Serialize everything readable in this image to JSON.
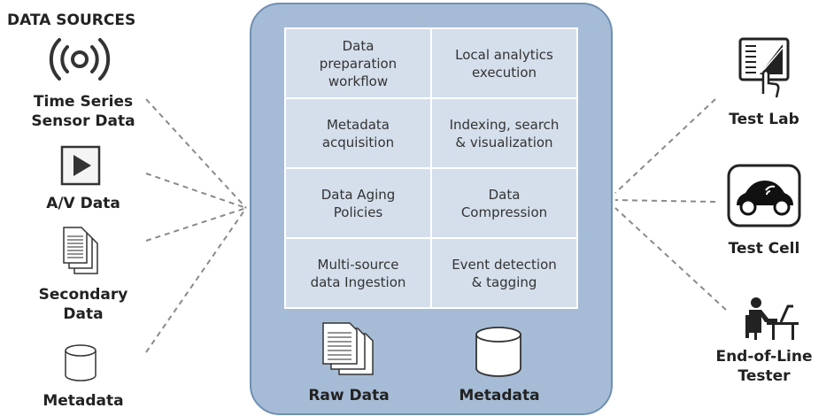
{
  "data_sources": {
    "header": "DATA SOURCES",
    "items": [
      {
        "label_lines": [
          "Time Series",
          "Sensor Data"
        ],
        "icon": "wireless-signal-icon"
      },
      {
        "label_lines": [
          "A/V Data"
        ],
        "icon": "play-icon"
      },
      {
        "label_lines": [
          "Secondary",
          "Data"
        ],
        "icon": "documents-icon"
      },
      {
        "label_lines": [
          "Metadata"
        ],
        "icon": "database-icon"
      }
    ]
  },
  "platform": {
    "cells": [
      [
        "Data",
        "preparation",
        "workflow"
      ],
      [
        "Local analytics",
        "execution"
      ],
      [
        "Metadata",
        "acquisition"
      ],
      [
        "Indexing, search",
        "& visualization"
      ],
      [
        "Data Aging",
        "Policies"
      ],
      [
        "Data",
        "Compression"
      ],
      [
        "Multi-source",
        "data Ingestion"
      ],
      [
        "Event detection",
        "& tagging"
      ]
    ],
    "storage": [
      {
        "label": "Raw Data",
        "icon": "documents-icon"
      },
      {
        "label": "Metadata",
        "icon": "database-icon"
      }
    ]
  },
  "consumers": [
    {
      "label_lines": [
        "Test Lab"
      ],
      "icon": "touch-tablet-icon"
    },
    {
      "label_lines": [
        "Test Cell"
      ],
      "icon": "connected-car-icon"
    },
    {
      "label_lines": [
        "End-of-Line",
        "Tester"
      ],
      "icon": "person-at-desk-icon"
    }
  ],
  "colors": {
    "panel_fill": "#a6bcd6",
    "panel_border": "#6f8fb3",
    "cell_fill": "#d5dfec",
    "connector": "#888888"
  }
}
